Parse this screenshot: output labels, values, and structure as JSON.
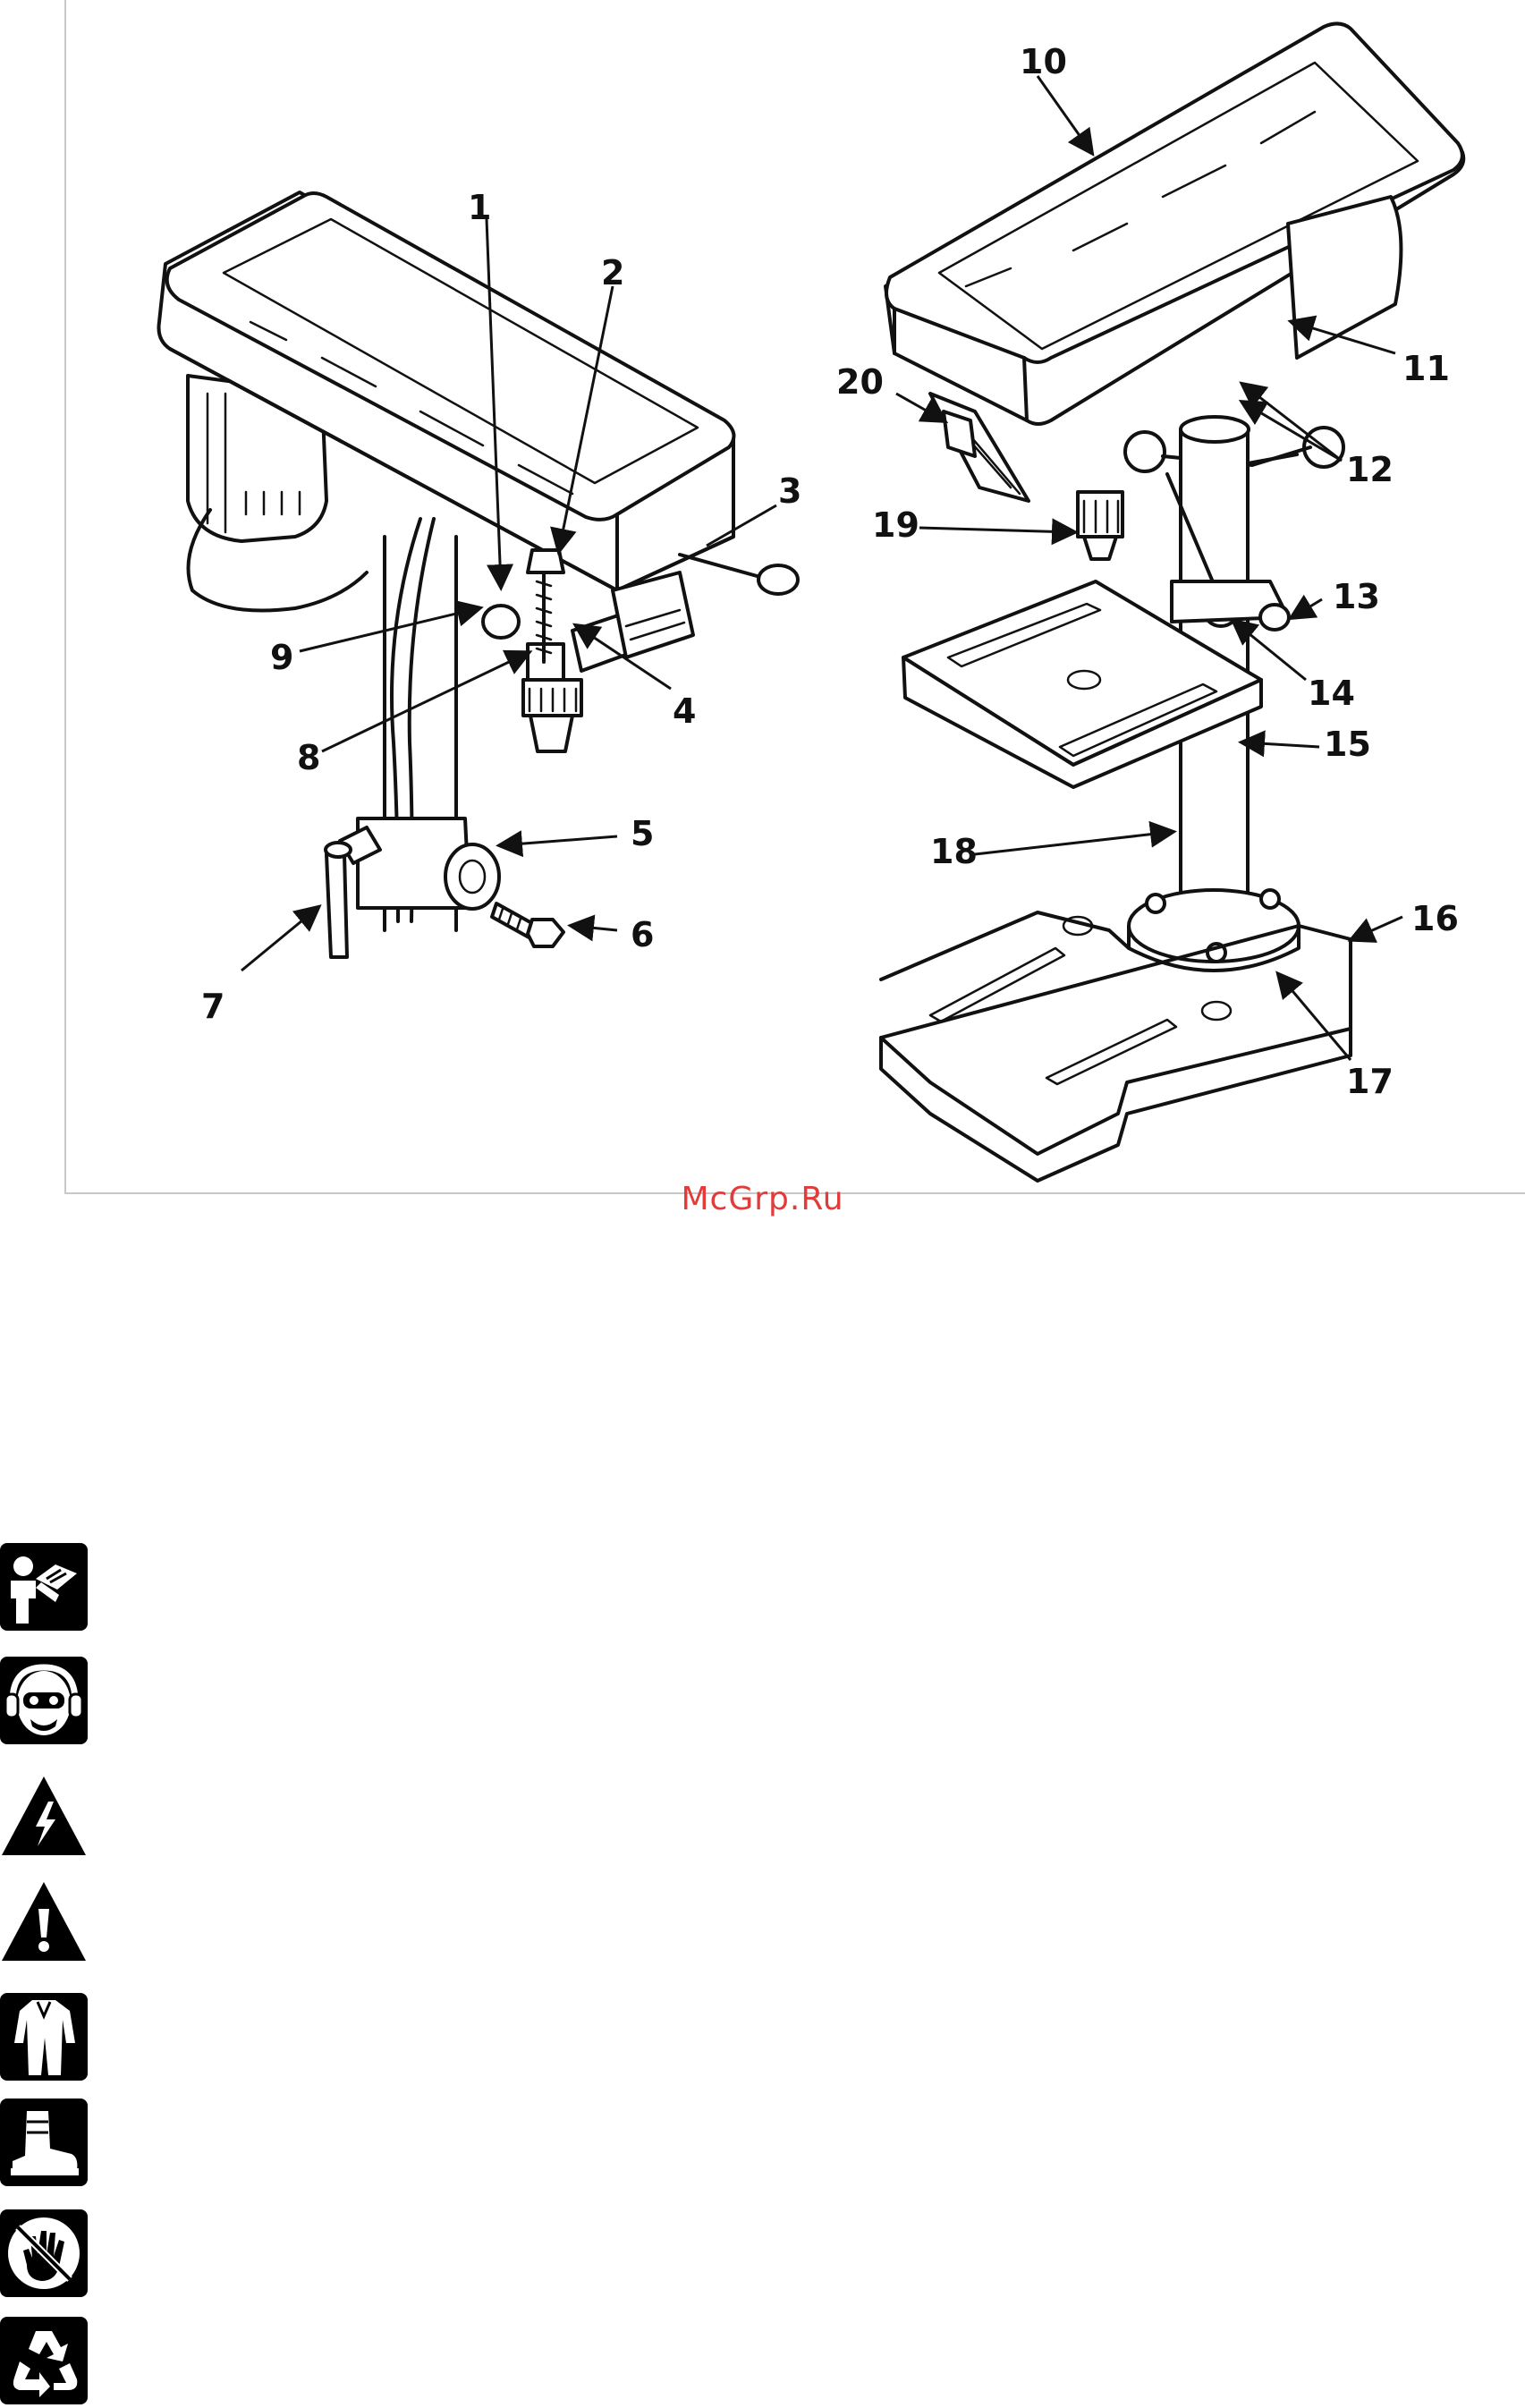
{
  "callouts": [
    "1",
    "2",
    "3",
    "4",
    "5",
    "6",
    "7",
    "8",
    "9",
    "10",
    "11",
    "12",
    "13",
    "14",
    "15",
    "16",
    "17",
    "18",
    "19",
    "20"
  ],
  "watermark": "McGrp.Ru",
  "symbols": [
    {
      "name": "read-manual-icon"
    },
    {
      "name": "ear-eye-protection-icon"
    },
    {
      "name": "electric-hazard-icon"
    },
    {
      "name": "general-warning-icon"
    },
    {
      "name": "protective-clothing-icon"
    },
    {
      "name": "safety-boots-icon"
    },
    {
      "name": "no-gloves-icon"
    },
    {
      "name": "recycle-icon"
    }
  ]
}
